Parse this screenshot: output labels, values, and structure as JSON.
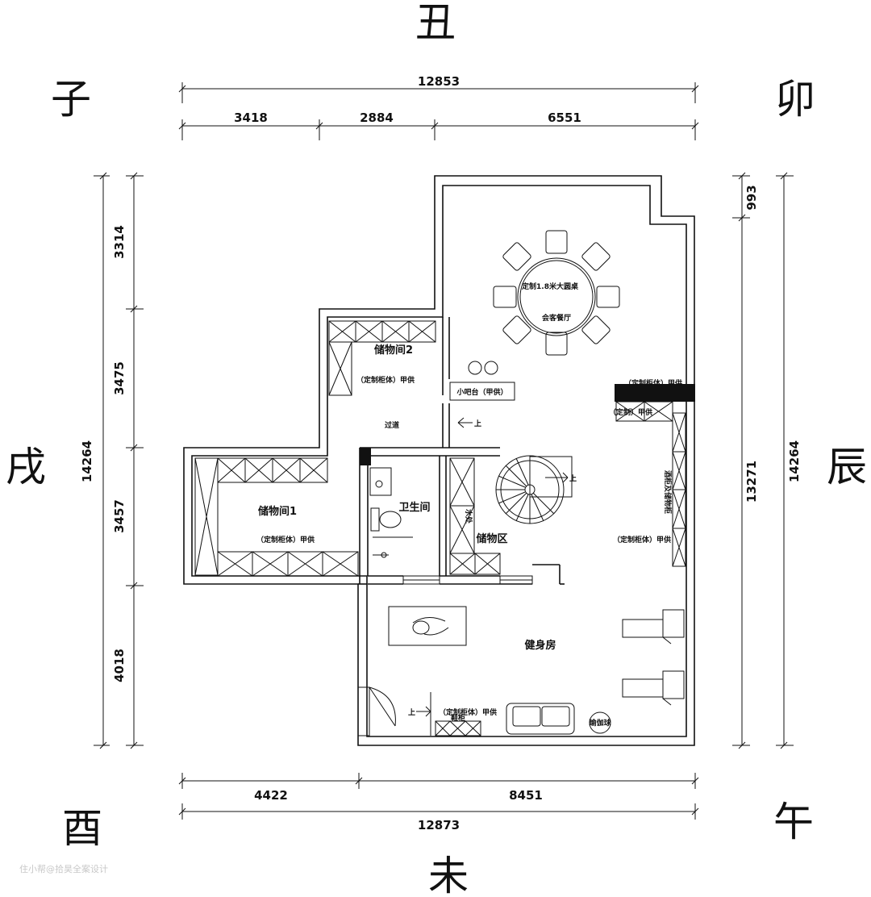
{
  "directions": {
    "top": "丑",
    "top_left": "子",
    "top_right": "卯",
    "left": "戌",
    "right": "辰",
    "bottom_left": "酉",
    "bottom_right": "午",
    "bottom": "未"
  },
  "dimensions": {
    "top_total": "12853",
    "top_seg1": "3418",
    "top_seg2": "2884",
    "top_seg3": "6551",
    "bottom_total": "12873",
    "bottom_seg1": "4422",
    "bottom_seg2": "8451",
    "left_total": "14264",
    "left_seg1": "3314",
    "left_seg2": "3475",
    "left_seg3": "3457",
    "left_seg4": "4018",
    "right_total": "14264",
    "right_seg_top": "993",
    "right_seg_main": "13271"
  },
  "rooms": {
    "dining_table": "定制1.8米大圆桌",
    "dining_room": "会客餐厅",
    "storage2": "储物间2",
    "storage2_cabinet": "（定制柜体）甲供",
    "mini_bar": "小吧台（甲供）",
    "corridor": "过道",
    "up_arrow_corridor": "上",
    "storage1": "储物间1",
    "storage1_cabinet": "（定制柜体）甲供",
    "bathroom": "卫生间",
    "storage_area": "储物区",
    "water_heater": "水处",
    "stair_up": "上",
    "right_cabinet_top": "（定制柜体）甲供",
    "right_cabinet_mid": "（定制）甲供",
    "wine_cabinet": "酒柜及储物柜",
    "right_cabinet_low": "（定制柜体）甲供",
    "gym": "健身房",
    "gym_up": "上",
    "gym_cabinet": "（定制柜体）甲供",
    "shoe_cabinet": "鞋柜",
    "gym_ball": "瑜伽球"
  },
  "watermark": "住小帮@拾昊全案设计"
}
